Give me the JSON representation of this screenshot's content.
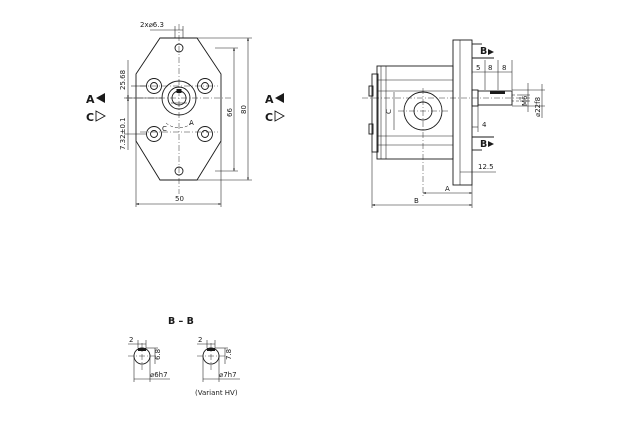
{
  "front_view": {
    "hole_spec": "2x⌀6.3",
    "dim_height_top": "25.68",
    "dim_height_bottom": "7.32±0.1",
    "dim_66": "66",
    "dim_80": "80",
    "dim_width": "50",
    "shaft_mark_a": "A",
    "shaft_mark_c": "C",
    "port_a_left": "A",
    "port_c_left": "C",
    "port_a_right": "A",
    "port_c_right": "C"
  },
  "side_view": {
    "section_mark_top": "B",
    "section_mark_bottom": "B",
    "dim_5": "5",
    "dim_8a": "8",
    "dim_8b": "8",
    "dim_m6": "M6",
    "dim_shaft_dia": "⌀22f8",
    "dim_4": "4",
    "dim_12_5": "12.5",
    "dim_a": "A",
    "dim_b": "B",
    "port_c": "C"
  },
  "section": {
    "title": "B – B",
    "left_dim_2": "2",
    "left_dim_height": "6.8",
    "left_dim_dia": "⌀6h7",
    "right_dim_2": "2",
    "right_dim_height": "7.8",
    "right_dim_dia": "⌀7h7",
    "variant_note": "(Variant HV)"
  }
}
